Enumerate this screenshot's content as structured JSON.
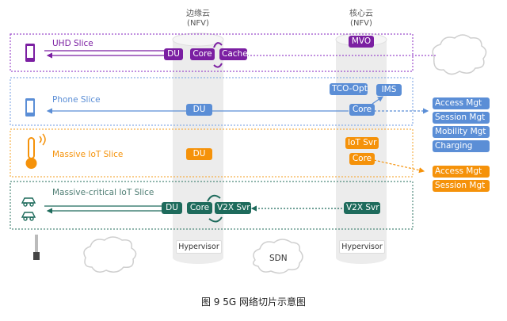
{
  "columns": {
    "edge": {
      "title": "边缘云",
      "subtitle": "(NFV)",
      "hypervisor": "Hypervisor"
    },
    "core": {
      "title": "核心云",
      "subtitle": "(NFV)",
      "hypervisor": "Hypervisor"
    }
  },
  "colors": {
    "uhd": "#7b1fa2",
    "phone": "#5b8ed6",
    "iot": "#f5920a",
    "critical": "#1e6b5c",
    "cylinder": "#ececec",
    "cloud_stroke": "#cfcfcf"
  },
  "slices": {
    "uhd": {
      "title": "UHD Slice",
      "edge_boxes": [
        "DU",
        "Core",
        "Cache"
      ],
      "core_boxes": [
        "MVO"
      ]
    },
    "phone": {
      "title": "Phone Slice",
      "edge_boxes": [
        "DU"
      ],
      "core_boxes": [
        "TCO-Opt",
        "IMS",
        "Core"
      ],
      "external": [
        "Access Mgt",
        "Session Mgt",
        "Mobility Mgt",
        "Charging"
      ]
    },
    "iot": {
      "title": "Massive IoT Slice",
      "edge_boxes": [
        "DU"
      ],
      "core_boxes": [
        "IoT Svr",
        "Core"
      ],
      "external": [
        "Access Mgt",
        "Session Mgt"
      ]
    },
    "critical": {
      "title": "Massive-critical IoT Slice",
      "edge_boxes": [
        "DU",
        "Core",
        "V2X Svr"
      ],
      "core_boxes": [
        "V2X Svr"
      ]
    }
  },
  "sdn_label": "SDN",
  "caption": "图  9 5G 网络切片示意图"
}
